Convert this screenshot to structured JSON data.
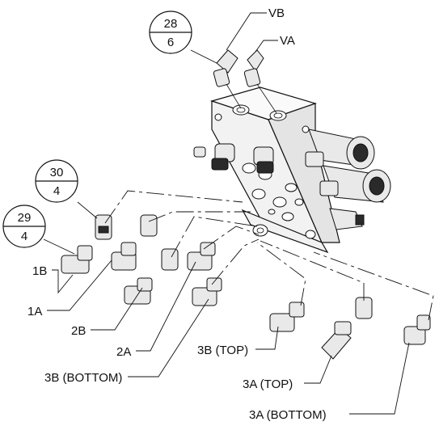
{
  "callouts": {
    "vb": "VB",
    "va": "VA",
    "b1": "1B",
    "a1": "1A",
    "b2": "2B",
    "a2": "2A",
    "b3_top": "3B (TOP)",
    "b3_bottom": "3B (BOTTOM)",
    "a3_top": "3A (TOP)",
    "a3_bottom": "3A (BOTTOM)"
  },
  "balloons": [
    {
      "item": "28",
      "qty": "6"
    },
    {
      "item": "30",
      "qty": "4"
    },
    {
      "item": "29",
      "qty": "4"
    }
  ]
}
